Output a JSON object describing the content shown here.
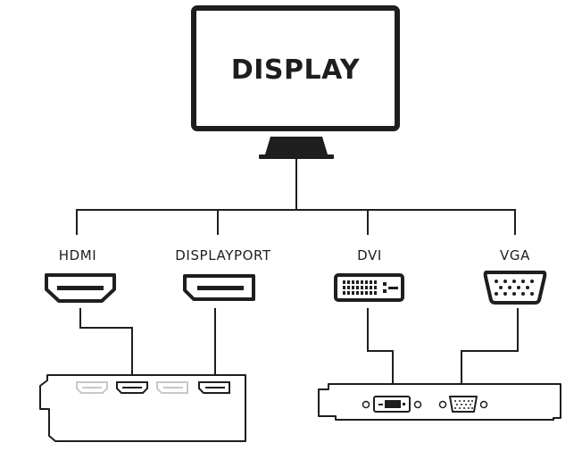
{
  "display": {
    "title": "DISPLAY"
  },
  "connectors": [
    {
      "id": "hdmi",
      "label": "HDMI",
      "icon": "hdmi-port-icon"
    },
    {
      "id": "displayport",
      "label": "DISPLAYPORT",
      "icon": "displayport-port-icon"
    },
    {
      "id": "dvi",
      "label": "DVI",
      "icon": "dvi-port-icon"
    },
    {
      "id": "vga",
      "label": "VGA",
      "icon": "vga-port-icon"
    }
  ],
  "cards": [
    {
      "id": "graphics-card-hdmi-dp",
      "ports": [
        "hdmi-inactive",
        "hdmi-active",
        "displayport-inactive",
        "displayport-active"
      ]
    },
    {
      "id": "graphics-card-dvi-vga",
      "ports": [
        "dvi",
        "vga"
      ]
    }
  ],
  "colors": {
    "line": "#1e1e1e",
    "inactive_port": "#c8c8c8",
    "background": "#ffffff"
  }
}
